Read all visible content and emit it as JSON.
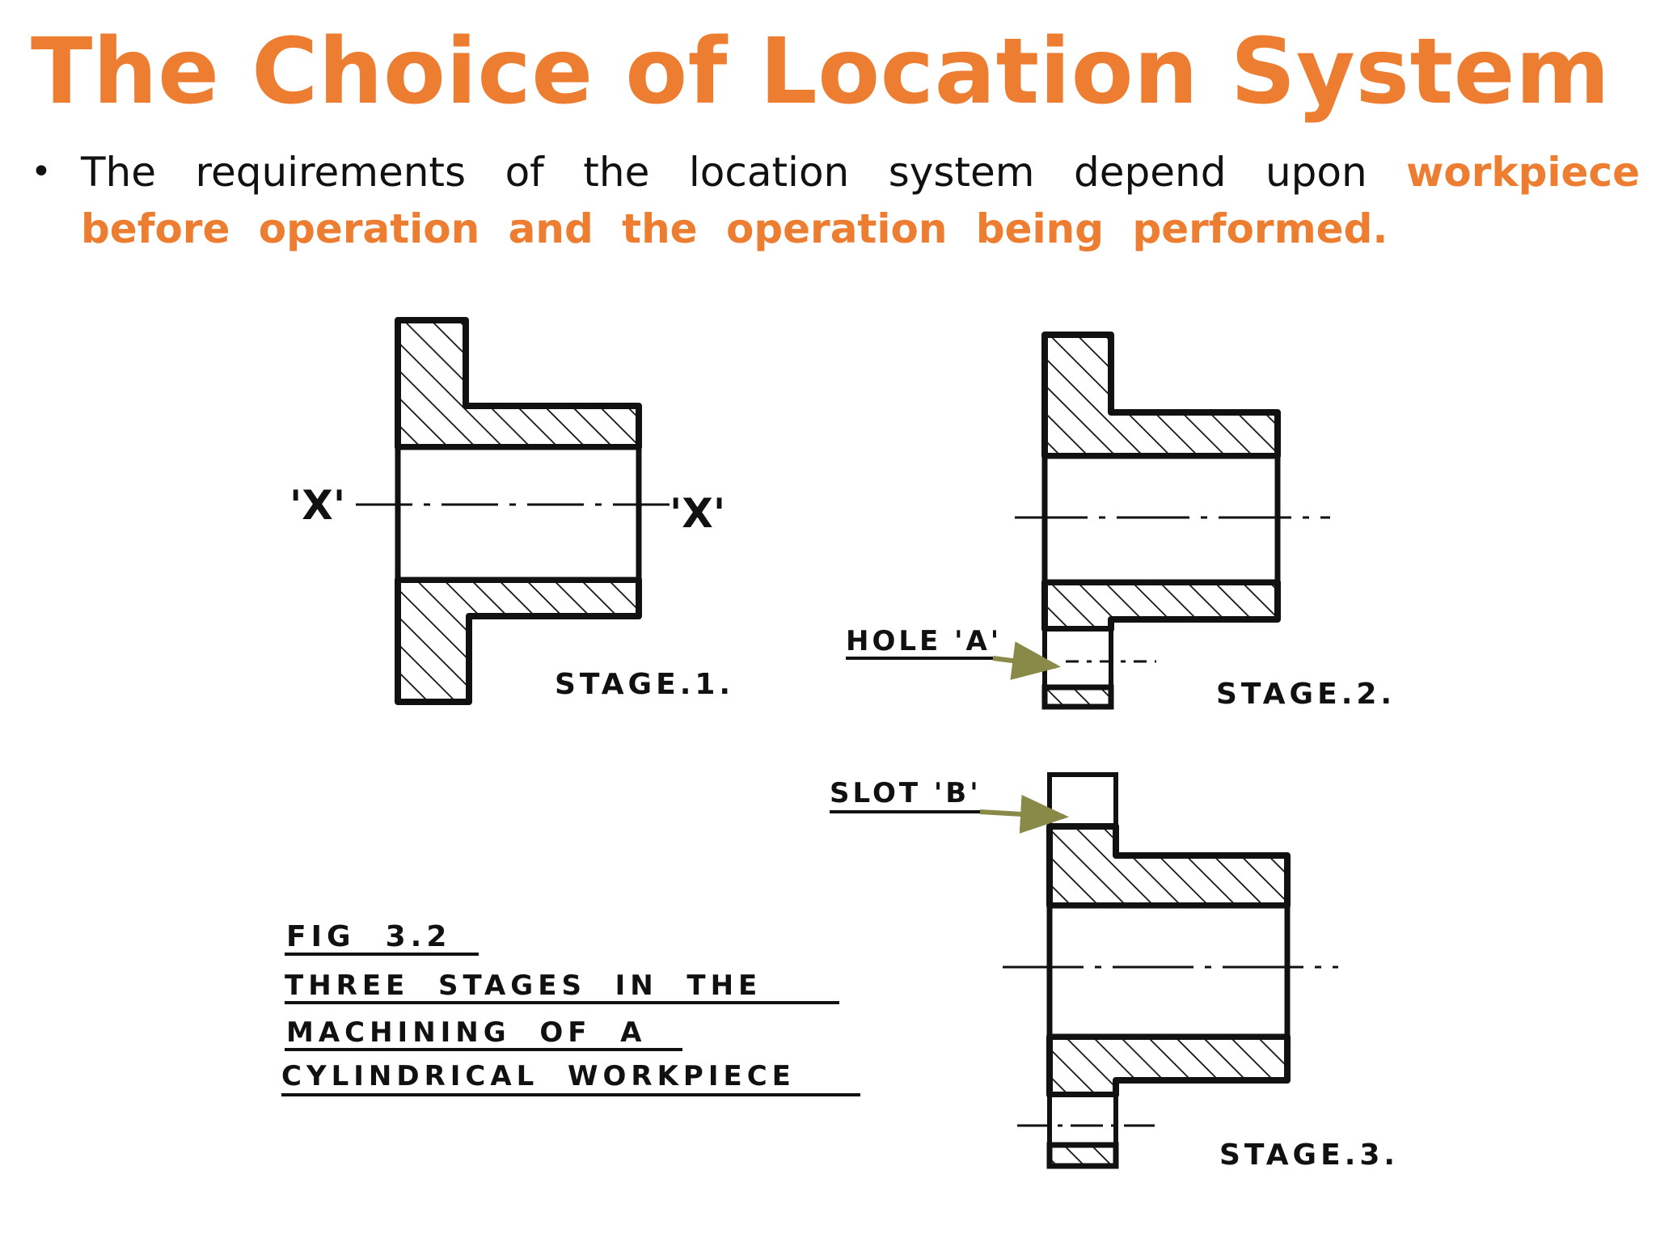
{
  "slide": {
    "title": "The Choice of Location System",
    "bullet_plain": "The requirements of the location system depend upon ",
    "bullet_highlight": "workpiece before operation and the operation being performed.",
    "accent_color": "#ED7D31"
  },
  "figure": {
    "stage1_label": "STAGE.1.",
    "stage2_label": "STAGE.2.",
    "stage3_label": "STAGE.3.",
    "axis_label_left": "'X'",
    "axis_label_right": "'X'",
    "hole_label": "HOLE 'A'",
    "slot_label": "SLOT 'B'",
    "caption_title": "FIG  3.2",
    "caption_line1": "THREE  STAGES  IN  THE",
    "caption_line2": "MACHINING  OF  A",
    "caption_line3": "CYLINDRICAL  WORKPIECE"
  }
}
